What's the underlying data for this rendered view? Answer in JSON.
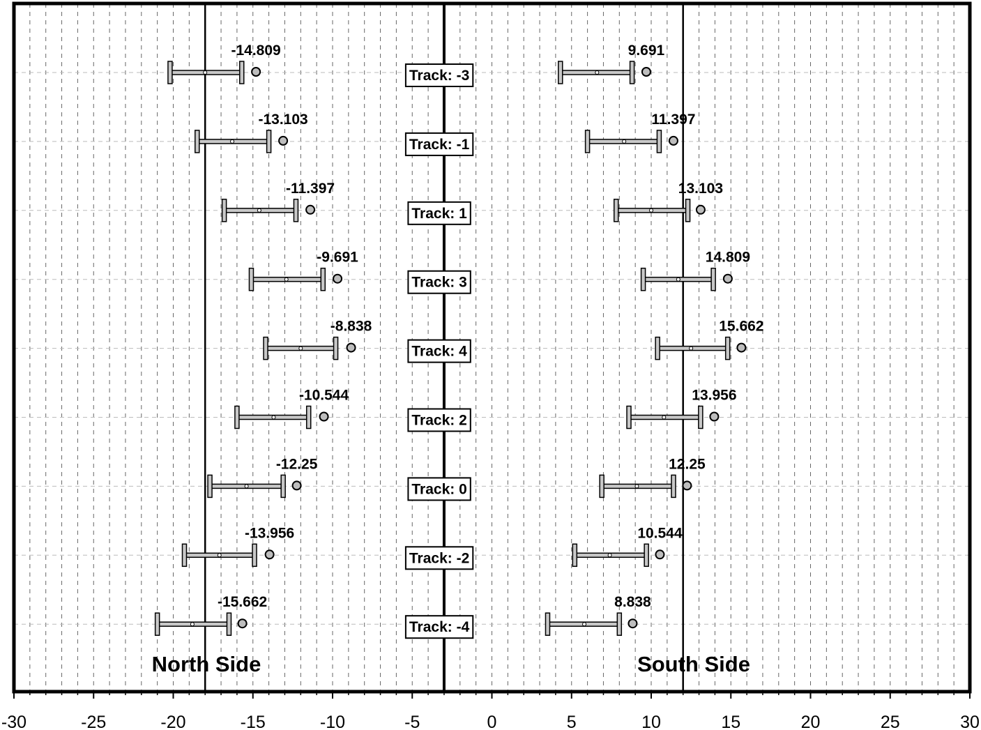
{
  "chart_data": {
    "type": "scatter",
    "xlim": [
      -30,
      30
    ],
    "x_ticks": [
      "-30",
      "-25",
      "-20",
      "-15",
      "-10",
      "-5",
      "0",
      "5",
      "10",
      "15",
      "20",
      "25",
      "30"
    ],
    "grid": "dashed vertical lines every 1 unit",
    "reference_lines": [
      -18,
      -3,
      12
    ],
    "side_labels": [
      "North Side",
      "South Side"
    ],
    "rows": [
      {
        "track": "Track: -3",
        "north": {
          "value": -14.809,
          "label": "-14.809",
          "bar": [
            -20.2,
            -15.7
          ],
          "center": -18.0
        },
        "south": {
          "value": 9.691,
          "label": "9.691",
          "bar": [
            4.3,
            8.8
          ],
          "center": 6.6
        }
      },
      {
        "track": "Track: -1",
        "north": {
          "value": -13.103,
          "label": "-13.103",
          "bar": [
            -18.5,
            -14.0
          ],
          "center": -16.3
        },
        "south": {
          "value": 11.397,
          "label": "11.397",
          "bar": [
            6.0,
            10.5
          ],
          "center": 8.3
        }
      },
      {
        "track": "Track: 1",
        "north": {
          "value": -11.397,
          "label": "-11.397",
          "bar": [
            -16.8,
            -12.3
          ],
          "center": -14.6
        },
        "south": {
          "value": 13.103,
          "label": "13.103",
          "bar": [
            7.8,
            12.3
          ],
          "center": 10.0
        }
      },
      {
        "track": "Track: 3",
        "north": {
          "value": -9.691,
          "label": "-9.691",
          "bar": [
            -15.1,
            -10.6
          ],
          "center": -12.9
        },
        "south": {
          "value": 14.809,
          "label": "14.809",
          "bar": [
            9.5,
            13.9
          ],
          "center": 11.7
        }
      },
      {
        "track": "Track: 4",
        "north": {
          "value": -8.838,
          "label": "-8.838",
          "bar": [
            -14.2,
            -9.8
          ],
          "center": -12.0
        },
        "south": {
          "value": 15.662,
          "label": "15.662",
          "bar": [
            10.4,
            14.8
          ],
          "center": 12.5
        }
      },
      {
        "track": "Track: 2",
        "north": {
          "value": -10.544,
          "label": "-10.544",
          "bar": [
            -16.0,
            -11.5
          ],
          "center": -13.7
        },
        "south": {
          "value": 13.956,
          "label": "13.956",
          "bar": [
            8.6,
            13.1
          ],
          "center": 10.8
        }
      },
      {
        "track": "Track: 0",
        "north": {
          "value": -12.25,
          "label": "-12.25",
          "bar": [
            -17.7,
            -13.1
          ],
          "center": -15.4
        },
        "south": {
          "value": 12.25,
          "label": "12.25",
          "bar": [
            6.9,
            11.4
          ],
          "center": 9.1
        }
      },
      {
        "track": "Track: -2",
        "north": {
          "value": -13.956,
          "label": "-13.956",
          "bar": [
            -19.3,
            -14.9
          ],
          "center": -17.1
        },
        "south": {
          "value": 10.544,
          "label": "10.544",
          "bar": [
            5.2,
            9.7
          ],
          "center": 7.4
        }
      },
      {
        "track": "Track: -4",
        "north": {
          "value": -15.662,
          "label": "-15.662",
          "bar": [
            -21.0,
            -16.5
          ],
          "center": -18.8
        },
        "south": {
          "value": 8.838,
          "label": "8.838",
          "bar": [
            3.5,
            8.0
          ],
          "center": 5.8
        }
      }
    ]
  }
}
